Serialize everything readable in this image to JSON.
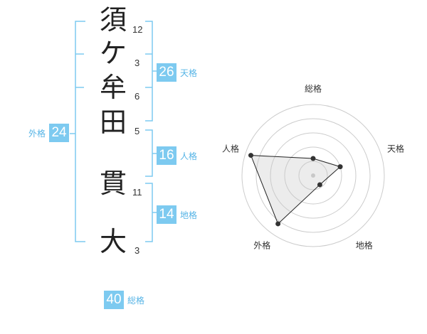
{
  "name": {
    "chars": [
      {
        "char": "須",
        "strokes": "12"
      },
      {
        "char": "ケ",
        "strokes": "3"
      },
      {
        "char": "牟",
        "strokes": "6"
      },
      {
        "char": "田",
        "strokes": "5"
      },
      {
        "char": "貫",
        "strokes": "11"
      },
      {
        "char": "大",
        "strokes": "3"
      }
    ]
  },
  "kaku": {
    "tenkaku": {
      "value": "26",
      "label": "天格"
    },
    "jinkaku": {
      "value": "16",
      "label": "人格"
    },
    "chikaku": {
      "value": "14",
      "label": "地格"
    },
    "gaikaku": {
      "value": "24",
      "label": "外格"
    },
    "soukaku": {
      "value": "40",
      "label": "総格"
    }
  },
  "colors": {
    "accent": "#7dcaf0",
    "bracket": "#56b4e6",
    "label": "#56b4e6"
  },
  "chart_data": {
    "type": "radar",
    "axes": [
      "総格",
      "天格",
      "地格",
      "外格",
      "人格"
    ],
    "values": [
      1.2,
      2.0,
      0.8,
      4.2,
      4.6
    ],
    "max": 5,
    "rings": 5
  }
}
